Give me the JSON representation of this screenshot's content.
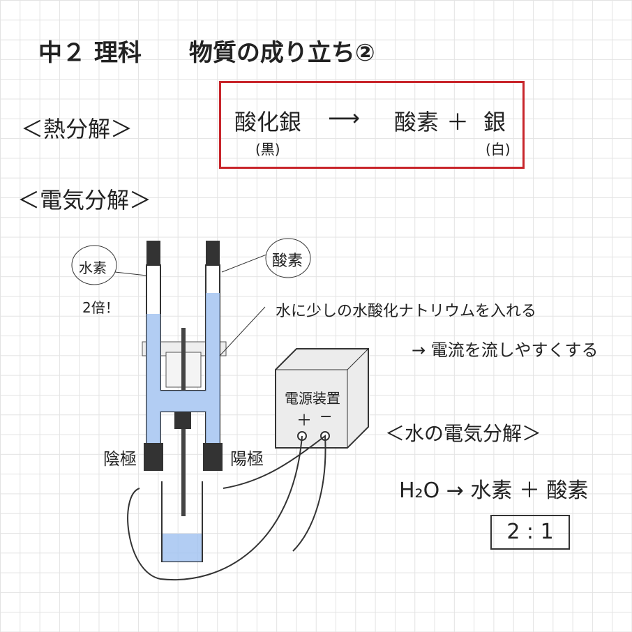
{
  "title": "中２ 理科　　物質の成り立ち②",
  "thermal": {
    "heading": "＜熱分解＞",
    "reactant": "酸化銀",
    "arrow": "⟶",
    "product1": "酸素",
    "plus": "＋",
    "product2": "銀",
    "reactant_note": "(黒)",
    "product2_note": "(白)",
    "box_color": "#c8252b"
  },
  "electrolysis": {
    "heading": "＜電気分解＞",
    "hydrogen_label": "水素",
    "hydrogen_note": "2倍！",
    "oxygen_label": "酸素",
    "note1": "水に少しの水酸化ナトリウムを入れる",
    "note2": "→ 電流を流しやすくする",
    "power_supply": "電源装置",
    "plus_sign": "＋",
    "minus_sign": "−",
    "cathode": "陰極",
    "anode": "陽極",
    "water_color": "#9fc0f0"
  },
  "water": {
    "heading": "＜水の電気分解＞",
    "equation": "H₂O → 水素 ＋ 酸素",
    "ratio": "2 : 1"
  }
}
